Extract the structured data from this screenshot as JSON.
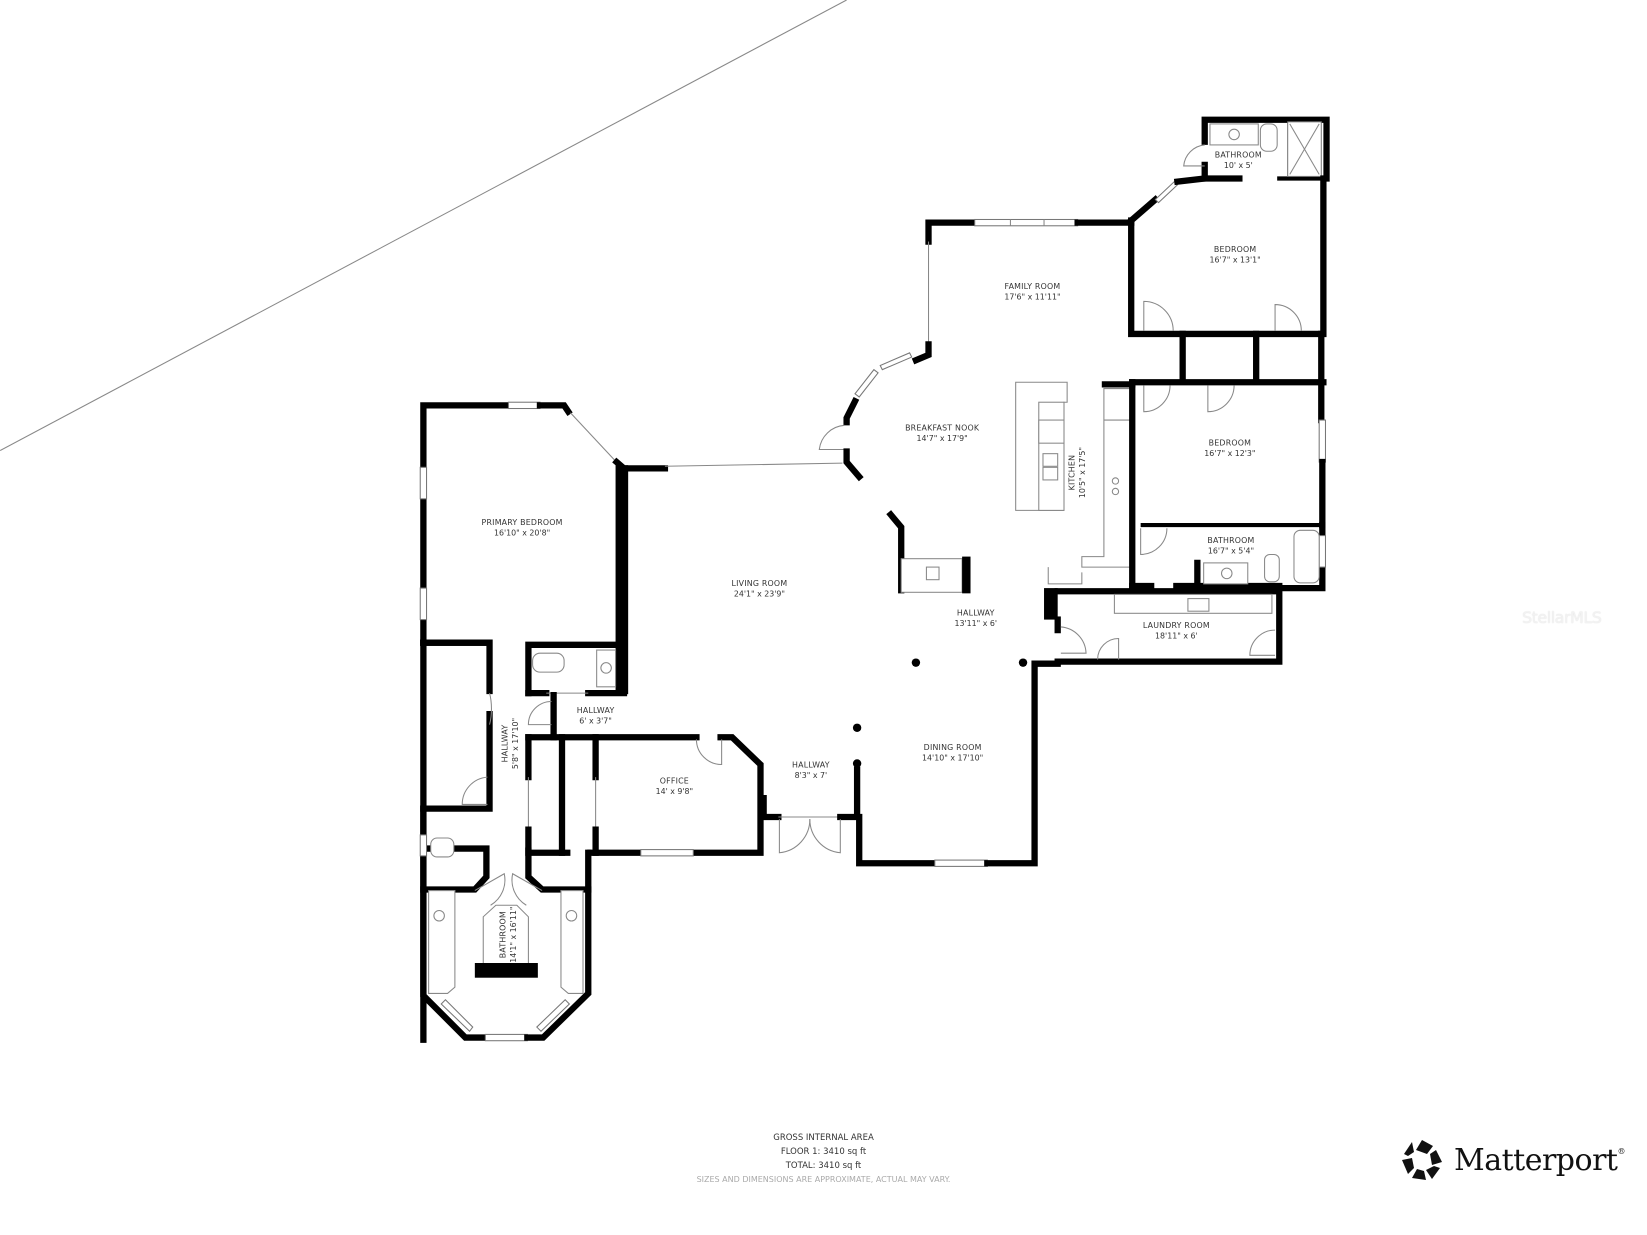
{
  "floorplan": {
    "rooms": [
      {
        "id": "bathroom-3",
        "name": "BATHROOM",
        "dimensions": "10' x 5'"
      },
      {
        "id": "bedroom-2",
        "name": "BEDROOM",
        "dimensions": "16'7\" x 13'1\""
      },
      {
        "id": "family-room",
        "name": "FAMILY ROOM",
        "dimensions": "17'6\" x 11'11\""
      },
      {
        "id": "breakfast-nook",
        "name": "BREAKFAST NOOK",
        "dimensions": "14'7\" x 17'9\""
      },
      {
        "id": "kitchen",
        "name": "KITCHEN",
        "dimensions": "10'5\" x 17'5\""
      },
      {
        "id": "bedroom-3",
        "name": "BEDROOM",
        "dimensions": "16'7\" x 12'3\""
      },
      {
        "id": "bathroom-2",
        "name": "BATHROOM",
        "dimensions": "16'7\" x 5'4\""
      },
      {
        "id": "primary-bedroom",
        "name": "PRIMARY BEDROOM",
        "dimensions": "16'10\" x 20'8\""
      },
      {
        "id": "living-room",
        "name": "LIVING ROOM",
        "dimensions": "24'1\" x 23'9\""
      },
      {
        "id": "hallway-main",
        "name": "HALLWAY",
        "dimensions": "13'11\" x 6'"
      },
      {
        "id": "laundry-room",
        "name": "LAUNDRY ROOM",
        "dimensions": "18'11\" x 6'"
      },
      {
        "id": "hallway-small",
        "name": "HALLWAY",
        "dimensions": "6' x 3'7\""
      },
      {
        "id": "hallway-long",
        "name": "HALLWAY",
        "dimensions": "5'8\" x 17'10\""
      },
      {
        "id": "office",
        "name": "OFFICE",
        "dimensions": "14' x 9'8\""
      },
      {
        "id": "hallway-entry",
        "name": "HALLWAY",
        "dimensions": "8'3\" x 7'"
      },
      {
        "id": "dining-room",
        "name": "DINING ROOM",
        "dimensions": "14'10\" x 17'10\""
      },
      {
        "id": "primary-bathroom",
        "name": "BATHROOM",
        "dimensions": "14'1\" x 16'11\""
      }
    ]
  },
  "footer": {
    "title": "GROSS INTERNAL AREA",
    "floor_area": "FLOOR 1: 3410 sq ft",
    "total_area": "TOTAL: 3410 sq ft",
    "disclaimer": "SIZES AND DIMENSIONS ARE APPROXIMATE, ACTUAL MAY VARY."
  },
  "brand": {
    "name": "Matterport",
    "mark": "®",
    "icon": "matterport-star-logo-icon"
  },
  "watermark": {
    "text": "StellarMLS"
  }
}
